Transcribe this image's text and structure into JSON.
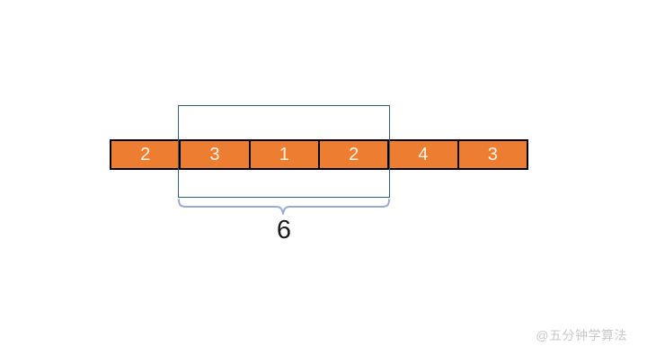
{
  "diagram": {
    "array": {
      "cells": [
        "2",
        "3",
        "1",
        "2",
        "4",
        "3"
      ]
    },
    "window": {
      "start_index": 1,
      "end_index": 3,
      "sum_label": "6"
    },
    "watermark": "@五分钟学算法"
  },
  "colors": {
    "cell-fill": "#ED7D31",
    "cell-border": "#000000",
    "cell-text": "#FAF3E6",
    "window-border": "#3A5A78",
    "brace": "#9AA9CD",
    "sum-text": "#1A1A1A",
    "watermark-text": "#C8C8C8",
    "background": "#FFFFFF"
  }
}
